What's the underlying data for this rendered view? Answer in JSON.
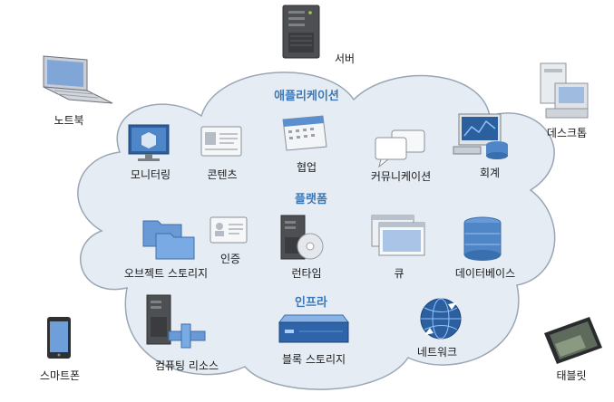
{
  "cloud": {
    "sections": {
      "applications": "애플리케이션",
      "platform": "플랫폼",
      "infrastructure": "인프라"
    },
    "items": {
      "monitoring": "모니터링",
      "content": "콘텐츠",
      "collaboration": "협업",
      "communication": "커뮤니케이션",
      "finance": "회계",
      "auth": "인증",
      "object_storage": "오브젝트 스토리지",
      "runtime": "런타임",
      "queue": "큐",
      "database": "데이터베이스",
      "compute": "컴퓨팅 리소스",
      "block_storage": "블록 스토리지",
      "network": "네트워크"
    }
  },
  "devices": {
    "server": "서버",
    "laptop": "노트북",
    "desktop": "데스크톱",
    "smartphone": "스마트폰",
    "tablet": "태블릿"
  },
  "colors": {
    "cloud_fill": "#e6ecf4",
    "cloud_stroke": "#9aa6b4",
    "section_text": "#3b78b8"
  }
}
